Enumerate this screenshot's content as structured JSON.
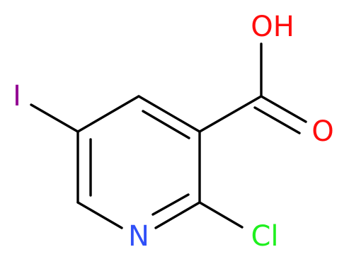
{
  "molecule": {
    "atoms": {
      "oh": {
        "label": "OH",
        "color": "#ff0d0d"
      },
      "o": {
        "label": "O",
        "color": "#ff0d0d"
      },
      "i": {
        "label": "I",
        "color": "#940094"
      },
      "n": {
        "label": "N",
        "color": "#3050f8"
      },
      "cl": {
        "label": "Cl",
        "color": "#1ff01f"
      }
    },
    "bond_color": "#000000"
  }
}
